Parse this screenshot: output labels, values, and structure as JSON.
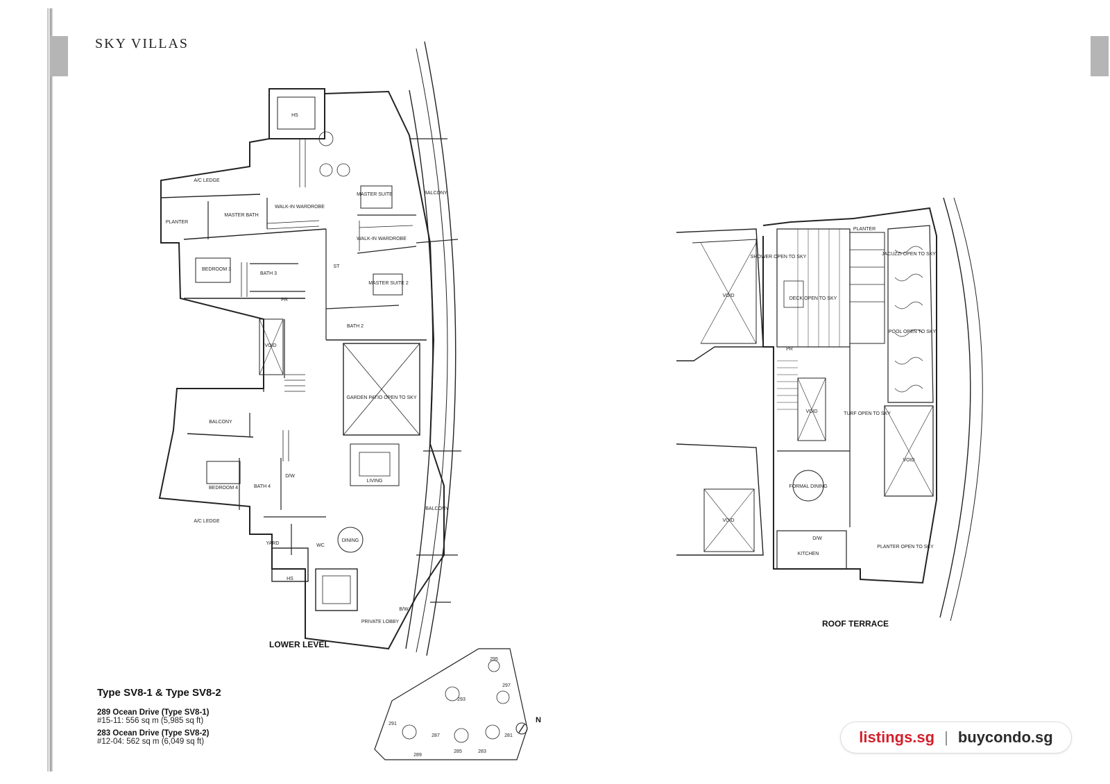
{
  "page": {
    "section_title": "SKY VILLAS"
  },
  "rooms": {
    "hs": "HS",
    "ac_ledge": "A/C LEDGE",
    "master_bath": "MASTER BATH",
    "walk_in": "WALK-IN WARDROBE",
    "master_suite": "MASTER SUITE",
    "balcony": "BALCONY",
    "planter": "PLANTER",
    "bedroom3": "BEDROOM 3",
    "bath3": "BATH 3",
    "pr": "PR",
    "st": "ST",
    "master_suite2": "MASTER SUITE 2",
    "bath2": "BATH 2",
    "void": "VOID",
    "garden_patio": "GARDEN PATIO OPEN TO SKY",
    "bedroom4": "BEDROOM 4",
    "bath4": "BATH 4",
    "dw": "D/W",
    "living": "LIVING",
    "yard": "YARD",
    "wc": "WC",
    "dining": "DINING",
    "private_lobby": "PRIVATE LOBBY",
    "bw": "B/W",
    "shower": "SHOWER OPEN TO SKY",
    "deck": "DECK OPEN TO SKY",
    "jacuzzi": "JACUZZI OPEN TO SKY",
    "pool": "POOL OPEN TO SKY",
    "turf": "TURF OPEN TO SKY",
    "formal_dining": "FORMAL DINING",
    "kitchen": "KITCHEN",
    "planter_sky": "PLANTER OPEN TO SKY"
  },
  "captions": {
    "lower_level": "LOWER LEVEL",
    "roof_terrace": "ROOF TERRACE"
  },
  "info": {
    "type_title": "Type SV8-1 & Type SV8-2",
    "units": [
      {
        "address": "289 Ocean Drive (Type SV8-1)",
        "detail": "#15-11: 556 sq m (5,985 sq ft)"
      },
      {
        "address": "283 Ocean Drive (Type SV8-2)",
        "detail": "#12-04: 562 sq m (6,049 sq ft)"
      }
    ]
  },
  "site_plan": {
    "north": "N",
    "blocks": [
      "295",
      "293",
      "297",
      "291",
      "287",
      "285",
      "283",
      "281",
      "289"
    ]
  },
  "watermark": {
    "site_a": "listings.sg",
    "separator": "|",
    "site_b": "buycondo.sg"
  }
}
